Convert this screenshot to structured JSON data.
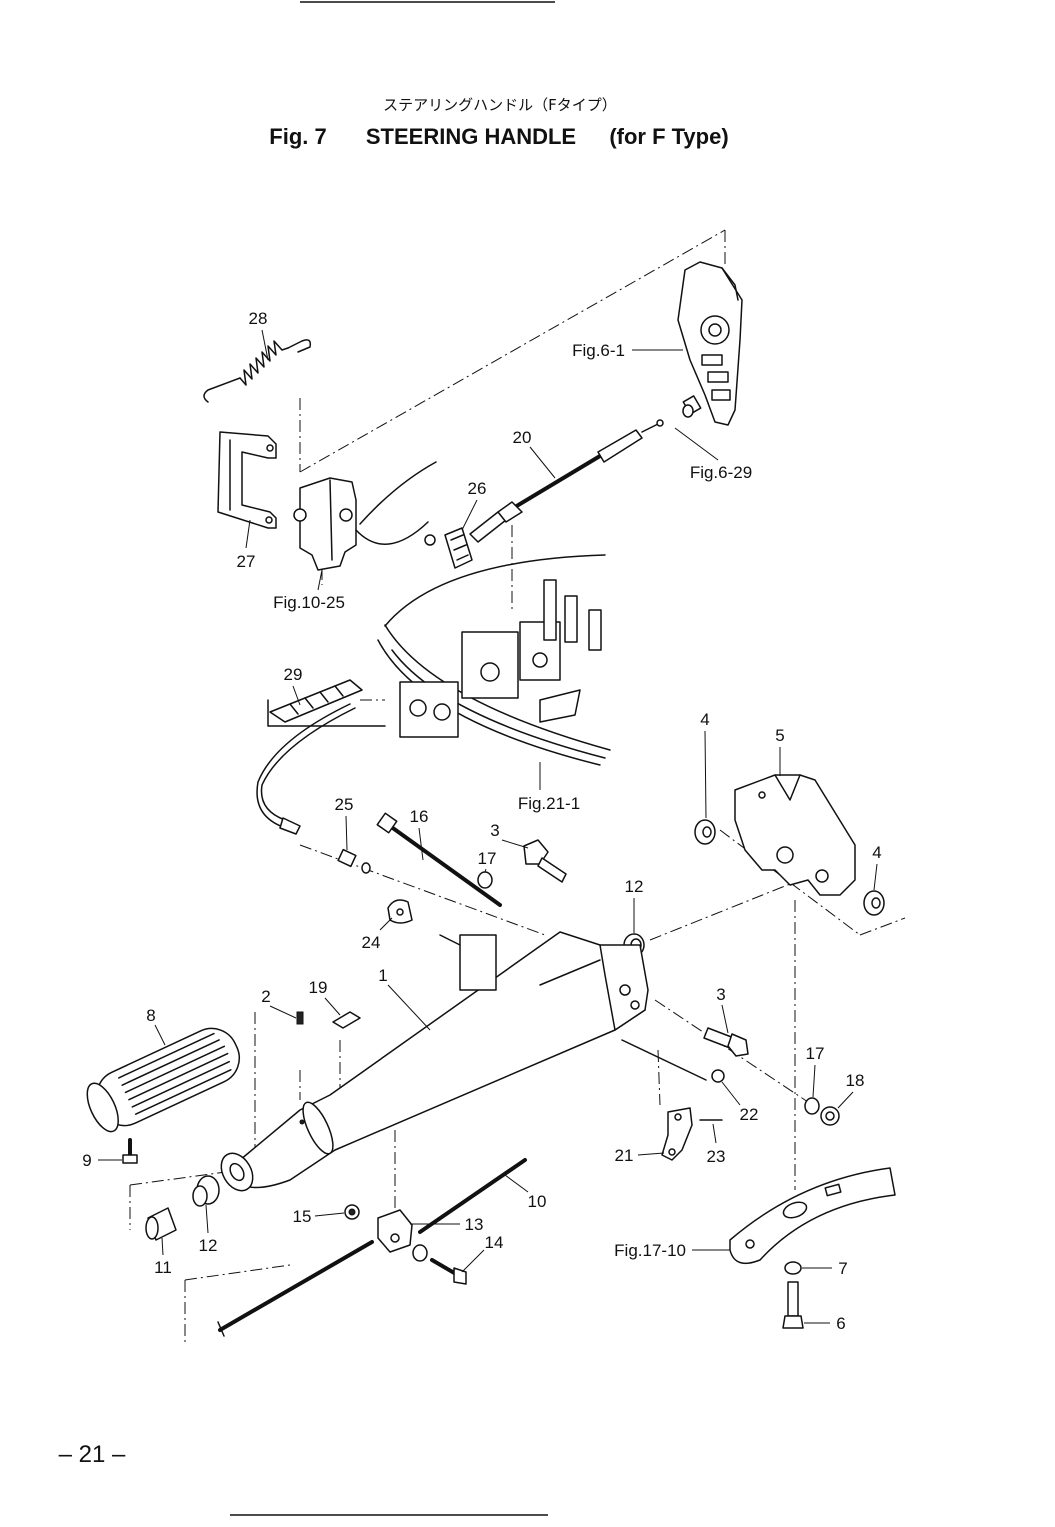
{
  "header": {
    "subtitle_ja": "ステアリングハンドル（Fタイプ）",
    "fig_label": "Fig. 7",
    "name": "STEERING HANDLE",
    "type": "(for F Type)"
  },
  "callouts": {
    "p28": "28",
    "p27": "27",
    "p26": "26",
    "p20": "20",
    "fig_6_1": "Fig.6-1",
    "fig_6_29": "Fig.6-29",
    "fig_10_25": "Fig.10-25",
    "p29": "29",
    "fig_21_1": "Fig.21-1",
    "p4_top": "4",
    "p5": "5",
    "p4_right": "4",
    "p25": "25",
    "p16": "16",
    "p3_top": "3",
    "p17_top": "17",
    "p24": "24",
    "p12_top": "12",
    "p1": "1",
    "p19": "19",
    "p2": "2",
    "p8": "8",
    "p9": "9",
    "p3_lower": "3",
    "p17_lower": "17",
    "p18": "18",
    "p22": "22",
    "p21": "21",
    "p23": "23",
    "p10": "10",
    "p15": "15",
    "p13": "13",
    "p14": "14",
    "p11": "11",
    "p12_lower": "12",
    "fig_17_10": "Fig.17-10",
    "p7": "7",
    "p6": "6"
  },
  "footer": {
    "page_number": "– 21 –"
  }
}
